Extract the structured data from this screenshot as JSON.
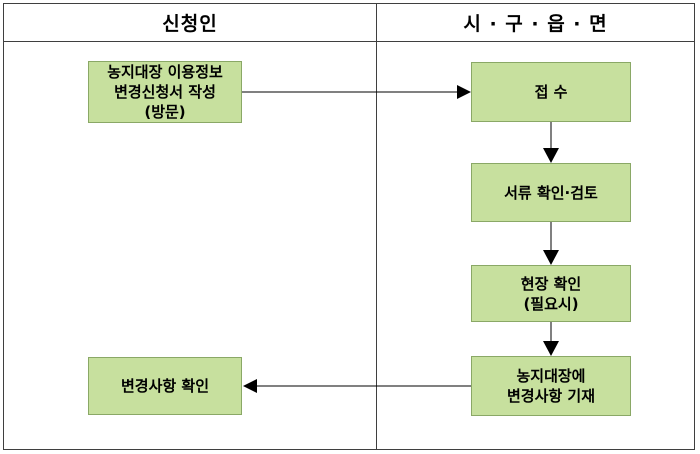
{
  "columns": {
    "applicant": "신청인",
    "office": "시 · 구 · 읍 · 면"
  },
  "steps": {
    "apply": "농지대장 이용정보\n변경신청서 작성\n(방문)",
    "receive": "접   수",
    "review": "서류 확인·검토",
    "site_check": "현장 확인\n(필요시)",
    "record": "농지대장에\n변경사항 기재",
    "confirm": "변경사항 확인"
  },
  "colors": {
    "box_fill": "#c7e09e",
    "box_border": "#8aa866",
    "line": "#000000"
  }
}
